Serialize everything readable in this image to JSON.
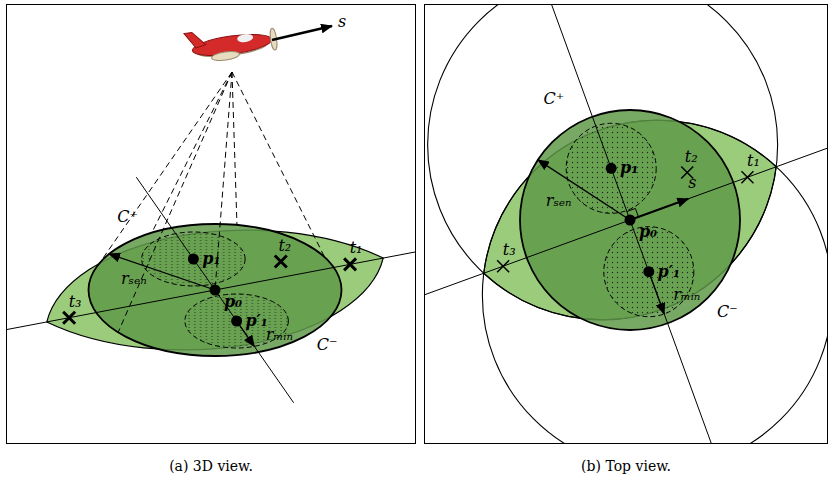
{
  "diagram": {
    "nodes": [
      {
        "text": [
          "(a) 3D view."
        ]
      },
      {
        "text": [
          "(b) Top view."
        ]
      }
    ],
    "labels": [
      "s",
      "C⁺",
      "C⁻",
      "p₁",
      "p₀",
      "p′₁",
      "rₛₑₙ",
      "rₘᵢₙ",
      "t₁",
      "t₂",
      "t₃",
      "s",
      "C⁺",
      "C⁻",
      "p₁",
      "p₀",
      "p′₁",
      "rₛₑₙ",
      "rₘᵢₙ",
      "t₁",
      "t₂",
      "t₃"
    ]
  }
}
